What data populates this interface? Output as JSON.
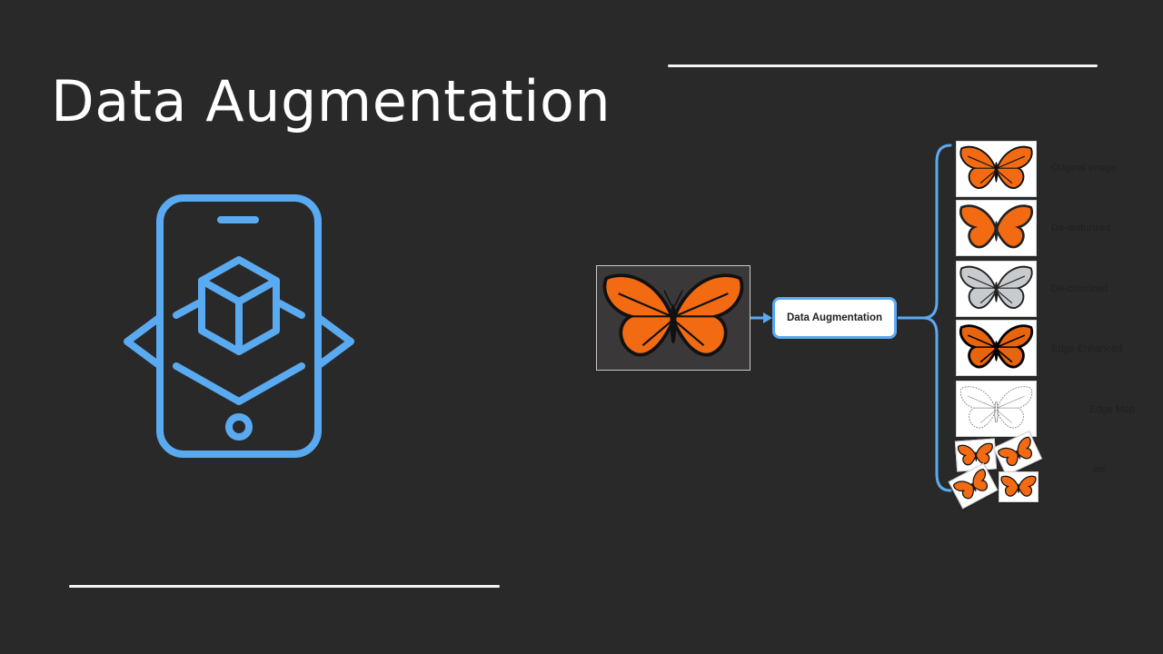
{
  "slide": {
    "title": "Data Augmentation"
  },
  "diagram": {
    "process_label": "Data Augmentation",
    "outputs": [
      {
        "label": "Original Image",
        "style": "original"
      },
      {
        "label": "De-texturized",
        "style": "detexturized"
      },
      {
        "label": "De-colorized",
        "style": "decolorized"
      },
      {
        "label": "Edge Enhanced",
        "style": "edge-enhanced"
      },
      {
        "label": "Edge Map",
        "style": "edge-map"
      },
      {
        "label": "etc",
        "style": "collage"
      }
    ]
  },
  "colors": {
    "background": "#2a2929",
    "accent": "#5aaaf1",
    "butterfly_orange": "#f26b12",
    "butterfly_black": "#111111"
  },
  "icons": {
    "hero": "phone-ar-cube-icon",
    "subject": "butterfly-icon"
  }
}
